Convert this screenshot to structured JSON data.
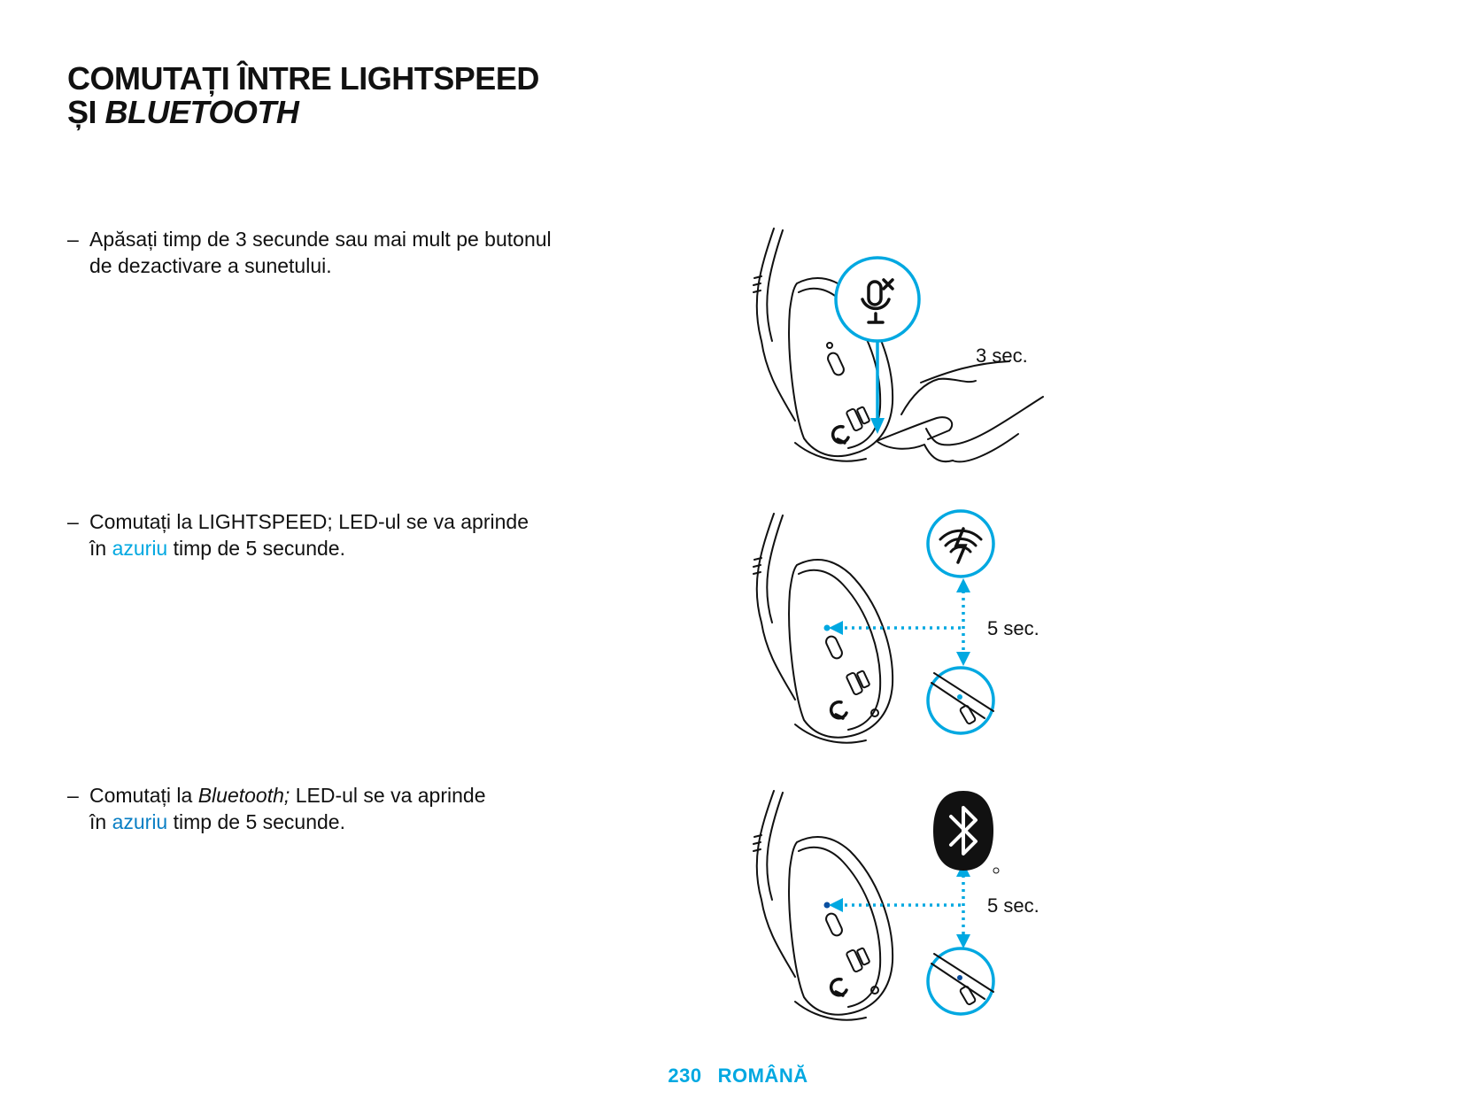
{
  "title": {
    "line1": "COMUTAȚI ÎNTRE LIGHTSPEED",
    "line2_prefix": "ȘI ",
    "line2_italic": "BLUETOOTH"
  },
  "steps": [
    {
      "dash": "–",
      "line1": "Apăsați timp de 3 secunde sau mai mult pe butonul",
      "line2": "de dezactivare a sunetului.",
      "figure_label": "3 sec.",
      "figure_icon": "mic-mute-icon"
    },
    {
      "dash": "–",
      "line1": "Comutați la LIGHTSPEED; LED-ul se va aprinde",
      "line2_prefix": "în ",
      "line2_accent": "azuriu",
      "line2_suffix": " timp de 5 secunde.",
      "figure_label": "5 sec.",
      "figure_icon": "lightspeed-icon"
    },
    {
      "dash": "–",
      "line1_prefix": "Comutați la ",
      "line1_italic": "Bluetooth;",
      "line1_suffix": " LED-ul se va aprinde",
      "line2_prefix": "în ",
      "line2_accent": "azuriu",
      "line2_suffix": " timp de 5 secunde.",
      "figure_label": "5 sec.",
      "figure_icon": "bluetooth-icon"
    }
  ],
  "footer": {
    "page_number": "230",
    "language": "ROMÂNĂ"
  },
  "colors": {
    "accent": "#00a8e1",
    "accent_dark": "#0a7fc4",
    "text": "#111111"
  }
}
